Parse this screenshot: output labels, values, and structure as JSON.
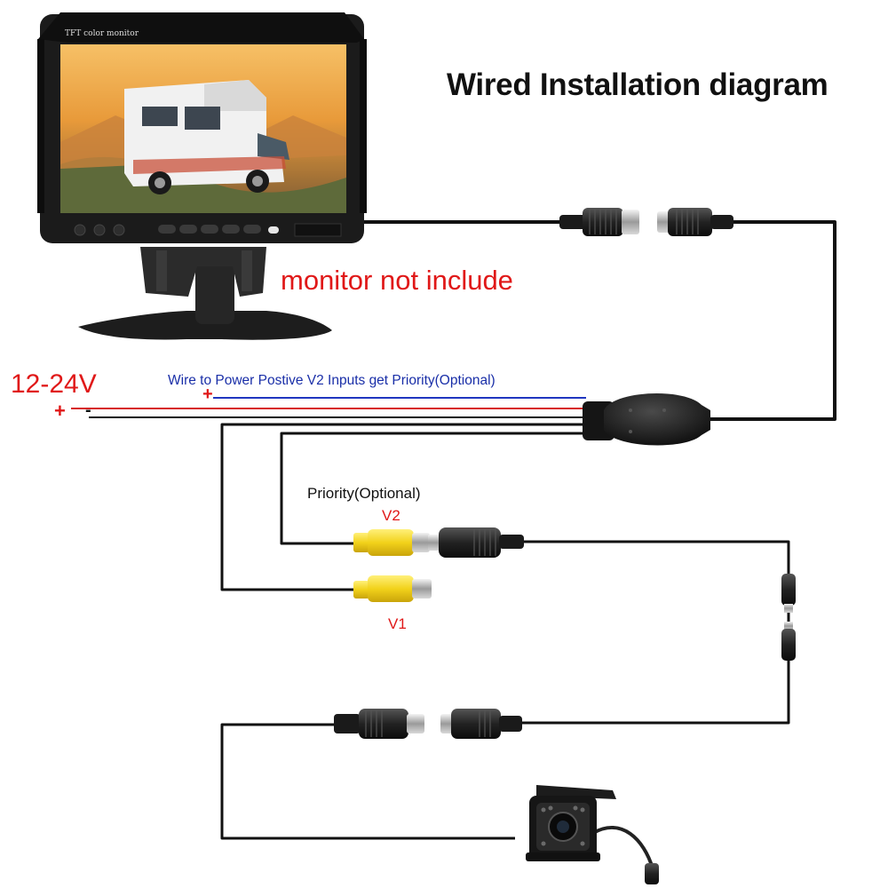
{
  "title": "Wired Installation diagram",
  "monitor": {
    "brand_text": "TFT color monitor",
    "note": "monitor not include"
  },
  "power": {
    "voltage": "12-24V",
    "plus": "+",
    "minus": "-"
  },
  "wire_note": {
    "text": "Wire to Power Postive V2 Inputs get Priority(Optional)",
    "plus": "+"
  },
  "inputs": {
    "priority": "Priority(Optional)",
    "v2": "V2",
    "v1": "V1"
  },
  "colors": {
    "red_label": "#e01818",
    "blue_label": "#1a2fa8",
    "wire_black": "#111111",
    "wire_red": "#d62020",
    "wire_blue": "#2036c0",
    "rca_yellow": "#f2d21b"
  }
}
